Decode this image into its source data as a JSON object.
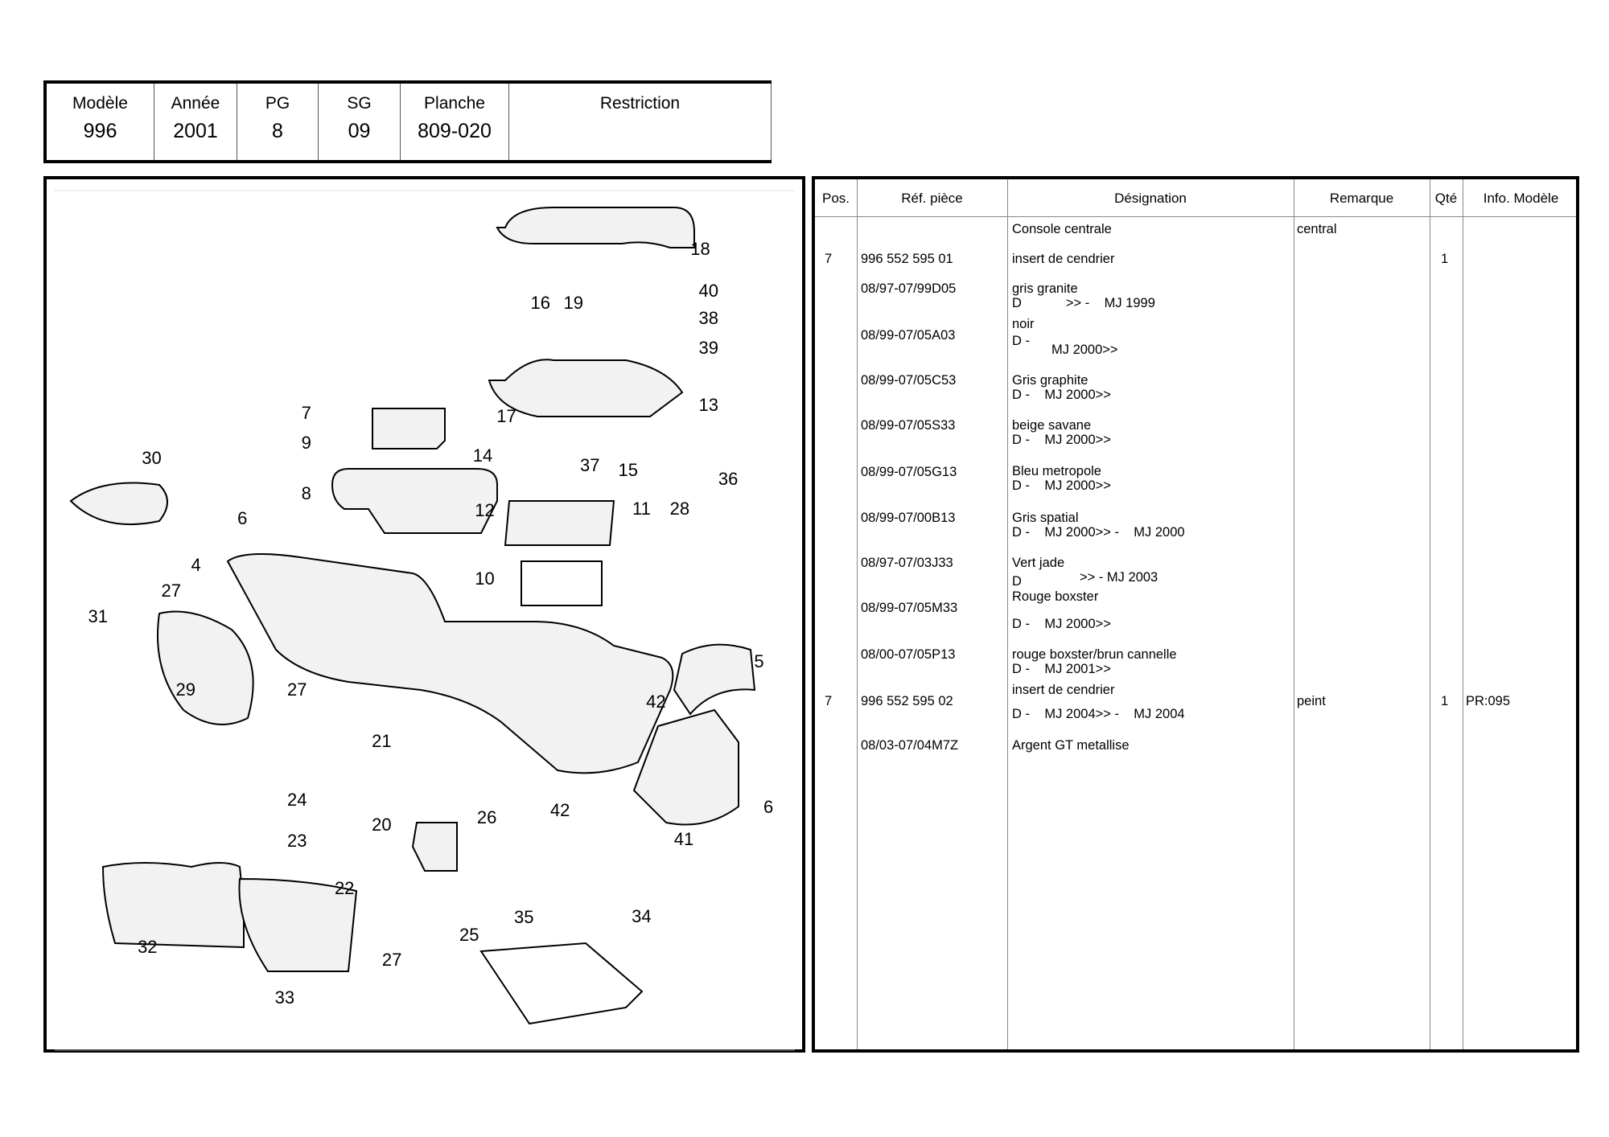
{
  "header": {
    "columns": [
      {
        "label": "Modèle",
        "value": "996"
      },
      {
        "label": "Année",
        "value": "2001"
      },
      {
        "label": "PG",
        "value": "8"
      },
      {
        "label": "SG",
        "value": "09"
      },
      {
        "label": "Planche",
        "value": "809-020"
      },
      {
        "label": "Restriction",
        "value": ""
      }
    ]
  },
  "diagram": {
    "callouts": [
      "18",
      "40",
      "16",
      "19",
      "38",
      "39",
      "7",
      "13",
      "17",
      "9",
      "14",
      "37",
      "15",
      "36",
      "30",
      "8",
      "6",
      "12",
      "11",
      "28",
      "4",
      "27",
      "10",
      "31",
      "5",
      "29",
      "27",
      "42",
      "21",
      "42",
      "6",
      "24",
      "20",
      "26",
      "41",
      "23",
      "22",
      "35",
      "34",
      "25",
      "32",
      "27",
      "33"
    ]
  },
  "table": {
    "headers": [
      "Pos.",
      "Réf. pièce",
      "Désignation",
      "Remarque",
      "Qté",
      "Info. Modèle"
    ],
    "cells": [
      {
        "col": 2,
        "text": "Console centrale"
      },
      {
        "col": 3,
        "text": "central"
      },
      {
        "col": 0,
        "text": "7"
      },
      {
        "col": 1,
        "text": "996 552 595 01"
      },
      {
        "col": 2,
        "text": "insert de cendrier"
      },
      {
        "col": 4,
        "text": "1"
      },
      {
        "col": 1,
        "text": "08/97-07/99D05"
      },
      {
        "col": 2,
        "text": "gris granite"
      },
      {
        "col": 2,
        "text": "D            >> -    MJ 1999"
      },
      {
        "col": 1,
        "text": "08/99-07/05A03"
      },
      {
        "col": 2,
        "text": "noir"
      },
      {
        "col": 2,
        "text": "D -"
      },
      {
        "col": 2,
        "text": "      MJ 2000>>"
      },
      {
        "col": 1,
        "text": "08/99-07/05C53"
      },
      {
        "col": 2,
        "text": "Gris graphite"
      },
      {
        "col": 2,
        "text": "D -    MJ 2000>>"
      },
      {
        "col": 1,
        "text": "08/99-07/05S33"
      },
      {
        "col": 2,
        "text": "beige savane"
      },
      {
        "col": 2,
        "text": "D -    MJ 2000>>"
      },
      {
        "col": 1,
        "text": "08/99-07/05G13"
      },
      {
        "col": 2,
        "text": "Bleu metropole"
      },
      {
        "col": 2,
        "text": "D -    MJ 2000>>"
      },
      {
        "col": 1,
        "text": "08/99-07/00B13"
      },
      {
        "col": 2,
        "text": "Gris spatial"
      },
      {
        "col": 2,
        "text": "D -    MJ 2000>> -    MJ 2000"
      },
      {
        "col": 1,
        "text": "08/97-07/03J33"
      },
      {
        "col": 2,
        "text": "Vert jade"
      },
      {
        "col": 2,
        "text": "D"
      },
      {
        "col": 2,
        "text": "            >> -    MJ 2003"
      },
      {
        "col": 1,
        "text": "08/99-07/05M33"
      },
      {
        "col": 2,
        "text": "Rouge boxster"
      },
      {
        "col": 2,
        "text": "D -    MJ 2000>>"
      },
      {
        "col": 1,
        "text": "08/00-07/05P13"
      },
      {
        "col": 2,
        "text": "rouge boxster/brun cannelle"
      },
      {
        "col": 2,
        "text": "D -    MJ 2001>>"
      },
      {
        "col": 0,
        "text": "7"
      },
      {
        "col": 1,
        "text": "996 552 595 02"
      },
      {
        "col": 2,
        "text": "insert de cendrier"
      },
      {
        "col": 2,
        "text": "D -    MJ 2004>> -    MJ 2004"
      },
      {
        "col": 3,
        "text": "peint"
      },
      {
        "col": 4,
        "text": "1"
      },
      {
        "col": 5,
        "text": "PR:095"
      },
      {
        "col": 1,
        "text": "08/03-07/04M7Z"
      },
      {
        "col": 2,
        "text": "Argent GT metallise"
      }
    ]
  }
}
